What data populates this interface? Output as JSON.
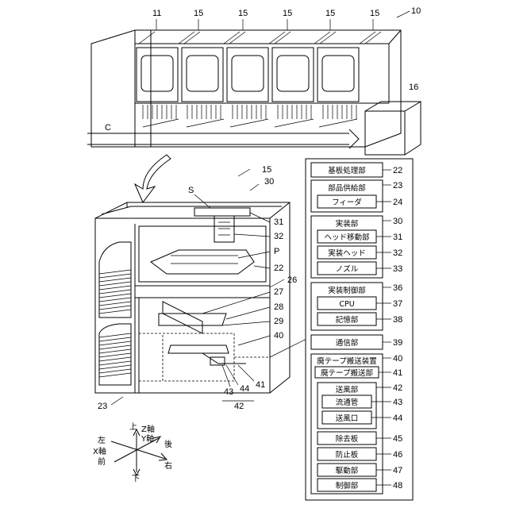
{
  "system": {
    "refs": {
      "whole": "10",
      "first_unit": "11",
      "units": [
        "15",
        "15",
        "15",
        "15",
        "15"
      ],
      "side_box": "16",
      "conveyor": "C"
    }
  },
  "machine": {
    "refs": {
      "unit": "15",
      "mount": "30",
      "substrate": "S",
      "head_mover": "31",
      "head": "32",
      "part": "P",
      "board_proc": "22",
      "nozzle_ref": "26",
      "ref27": "27",
      "ref28": "28",
      "ref29": "29",
      "ref40": "40",
      "ref41": "41",
      "ref42": "42",
      "ref43": "43",
      "ref44": "44",
      "feeder_supply": "23"
    }
  },
  "axes": {
    "up": "上",
    "z": "Z軸",
    "y": "Y軸",
    "back": "後",
    "left": "左",
    "x": "X軸",
    "front": "前",
    "right": "右",
    "down": "下"
  },
  "blocks": {
    "board": {
      "label": "基板処理部",
      "ref": "22"
    },
    "supply": {
      "title": "部品供給部",
      "ref": "23",
      "children": [
        {
          "label": "フィーダ",
          "ref": "24"
        }
      ]
    },
    "mount": {
      "title": "実装部",
      "ref": "30",
      "children": [
        {
          "label": "ヘッド移動部",
          "ref": "31"
        },
        {
          "label": "実装ヘッド",
          "ref": "32"
        },
        {
          "label": "ノズル",
          "ref": "33"
        }
      ]
    },
    "control": {
      "title": "実装制御部",
      "ref": "36",
      "children": [
        {
          "label": "CPU",
          "ref": "37"
        },
        {
          "label": "記憶部",
          "ref": "38"
        }
      ]
    },
    "comm": {
      "label": "通信部",
      "ref": "39"
    },
    "waste": {
      "title": "廃テープ搬送装置",
      "ref": "40",
      "sub": {
        "label": "廃テープ搬送部",
        "ref": "41"
      },
      "blower": {
        "title": "送風部",
        "ref": "42",
        "children": [
          {
            "label": "流通管",
            "ref": "43"
          },
          {
            "label": "送風口",
            "ref": "44"
          }
        ]
      },
      "items": [
        {
          "label": "除去板",
          "ref": "45"
        },
        {
          "label": "防止板",
          "ref": "46"
        },
        {
          "label": "駆動部",
          "ref": "47"
        },
        {
          "label": "制御部",
          "ref": "48"
        }
      ]
    }
  }
}
